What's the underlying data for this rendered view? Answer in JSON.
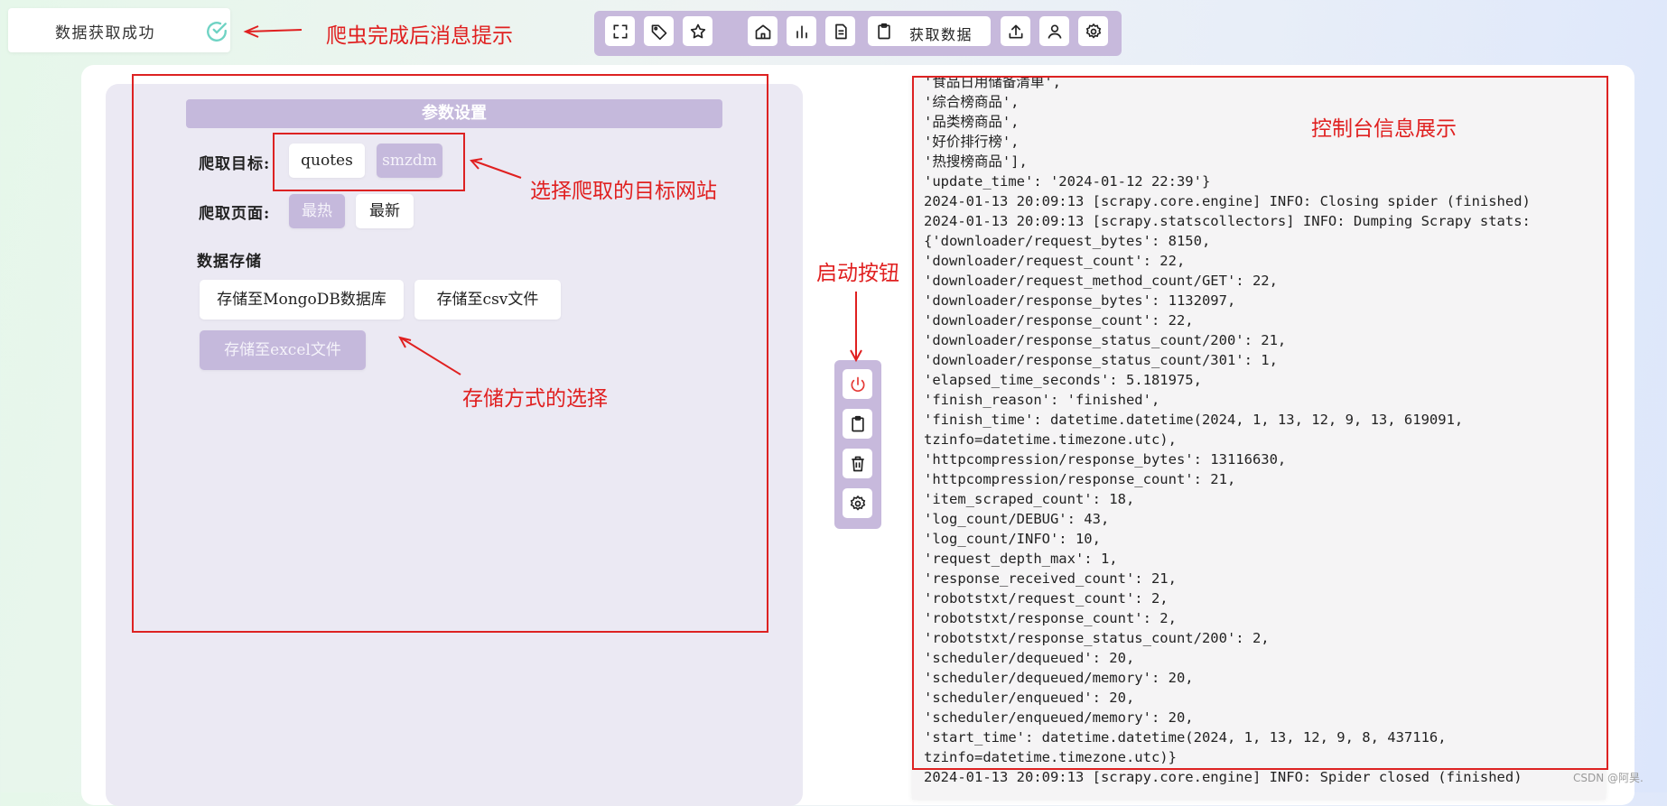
{
  "toast": {
    "message": "数据获取成功",
    "icon": "check-circle-icon",
    "icon_color": "#6fd3c4"
  },
  "toolbar": {
    "icons": [
      "fullscreen-icon",
      "tag-icon",
      "star-icon",
      "home-icon",
      "bar-chart-icon",
      "document-icon",
      "clipboard-icon",
      "upload-icon",
      "user-icon",
      "gear-icon"
    ],
    "fetch_label": "获取数据"
  },
  "params": {
    "title": "参数设置",
    "target_label": "爬取目标:",
    "targets": [
      {
        "label": "quotes",
        "selected": false
      },
      {
        "label": "smzdm",
        "selected": true
      }
    ],
    "page_label": "爬取页面:",
    "pages": [
      {
        "label": "最热",
        "selected": true
      },
      {
        "label": "最新",
        "selected": false
      }
    ],
    "storage_label": "数据存储",
    "storage": [
      {
        "label": "存储至MongoDB数据库",
        "selected": false
      },
      {
        "label": "存储至csv文件",
        "selected": false
      },
      {
        "label": "存储至excel文件",
        "selected": true
      }
    ]
  },
  "sidebar": {
    "icons": [
      "power-icon",
      "clipboard-icon",
      "trash-icon",
      "gear-icon"
    ],
    "power_color": "#e53935"
  },
  "annotations": {
    "toast": "爬虫完成后消息提示",
    "target": "选择爬取的目标网站",
    "storage": "存储方式的选择",
    "start": "启动按钮",
    "console": "控制台信息展示",
    "color": "#e02020"
  },
  "console": {
    "lines": [
      "'食品日用储备清单',",
      "'综合榜商品',",
      "'品类榜商品',",
      "'好价排行榜',",
      "'热搜榜商品'],",
      "'update_time': '2024-01-12 22:39'}",
      "2024-01-13 20:09:13 [scrapy.core.engine] INFO: Closing spider (finished)",
      "2024-01-13 20:09:13 [scrapy.statscollectors] INFO: Dumping Scrapy stats:",
      "{'downloader/request_bytes': 8150,",
      "'downloader/request_count': 22,",
      "'downloader/request_method_count/GET': 22,",
      "'downloader/response_bytes': 1132097,",
      "'downloader/response_count': 22,",
      "'downloader/response_status_count/200': 21,",
      "'downloader/response_status_count/301': 1,",
      "'elapsed_time_seconds': 5.181975,",
      "'finish_reason': 'finished',",
      "'finish_time': datetime.datetime(2024, 1, 13, 12, 9, 13, 619091,",
      "tzinfo=datetime.timezone.utc),",
      "'httpcompression/response_bytes': 13116630,",
      "'httpcompression/response_count': 21,",
      "'item_scraped_count': 18,",
      "'log_count/DEBUG': 43,",
      "'log_count/INFO': 10,",
      "'request_depth_max': 1,",
      "'response_received_count': 21,",
      "'robotstxt/request_count': 2,",
      "'robotstxt/response_count': 2,",
      "'robotstxt/response_status_count/200': 2,",
      "'scheduler/dequeued': 20,",
      "'scheduler/dequeued/memory': 20,",
      "'scheduler/enqueued': 20,",
      "'scheduler/enqueued/memory': 20,",
      "'start_time': datetime.datetime(2024, 1, 13, 12, 9, 8, 437116,",
      "tzinfo=datetime.timezone.utc)}",
      "2024-01-13 20:09:13 [scrapy.core.engine] INFO: Spider closed (finished)"
    ]
  },
  "watermark": "CSDN @阿昊."
}
